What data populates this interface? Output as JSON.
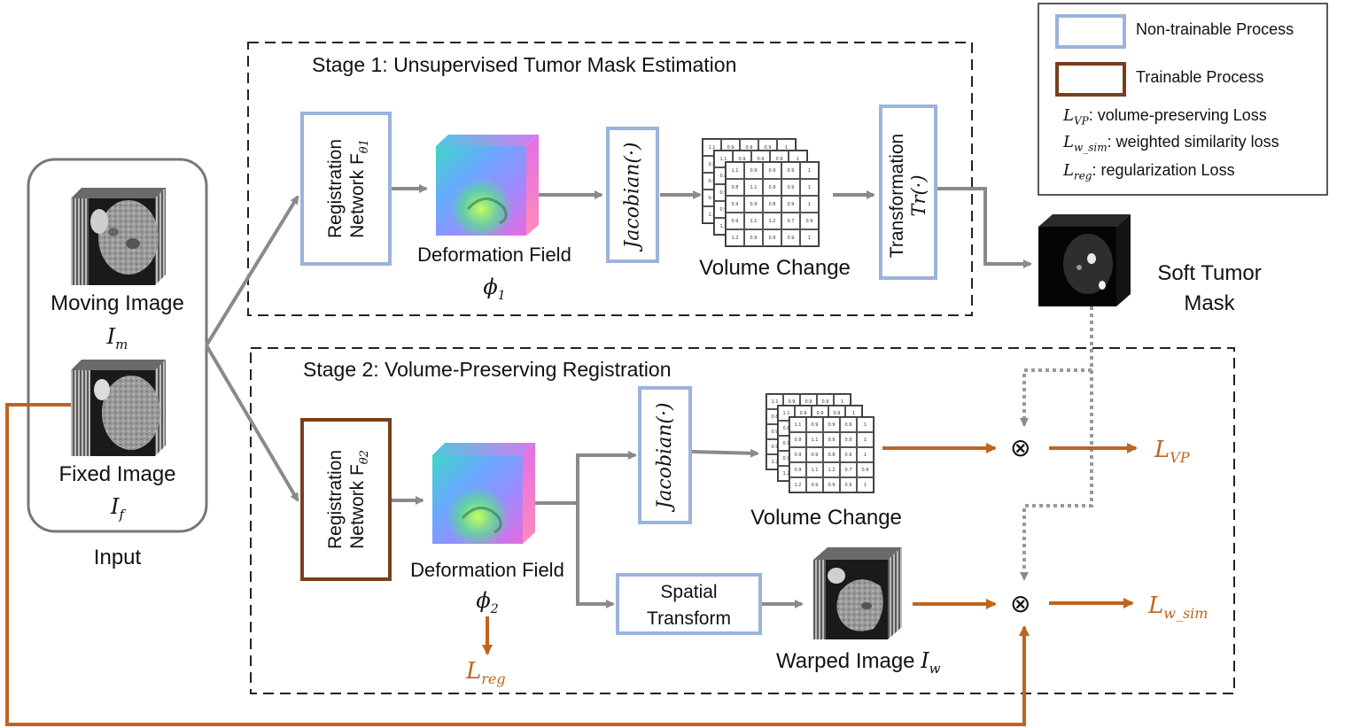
{
  "legend": {
    "non_trainable": "Non-trainable Process",
    "trainable": "Trainable Process",
    "lvp_sym": "L",
    "lvp_sub": "VP",
    "lvp_desc": ": volume-preserving Loss",
    "lwsim_sym": "L",
    "lwsim_sub": "w_sim",
    "lwsim_desc": ": weighted similarity loss",
    "lreg_sym": "L",
    "lreg_sub": "reg",
    "lreg_desc": ": regularization Loss"
  },
  "input": {
    "moving_label": "Moving Image",
    "moving_sym": "I",
    "moving_sub": "m",
    "fixed_label": "Fixed Image",
    "fixed_sym": "I",
    "fixed_sub": "f",
    "caption": "Input"
  },
  "stage1": {
    "title": "Stage 1: Unsupervised Tumor Mask Estimation",
    "reg_line1": "Registration",
    "reg_line2": "Network F",
    "reg_sub": "θ1",
    "deform_label": "Deformation Field",
    "deform_sym": "ϕ",
    "deform_sub": "1",
    "jacobian": "Jacobian(·)",
    "volume_change": "Volume Change",
    "transform_line1": "Transformation",
    "transform_line2": "Tr(·)",
    "mask_line1": "Soft Tumor",
    "mask_line2": "Mask"
  },
  "stage2": {
    "title": "Stage 2: Volume-Preserving Registration",
    "reg_line1": "Registration",
    "reg_line2": "Network F",
    "reg_sub": "θ2",
    "deform_label": "Deformation Field",
    "deform_sym": "ϕ",
    "deform_sub": "2",
    "jacobian": "Jacobian(·)",
    "volume_change": "Volume Change",
    "spatial_line1": "Spatial",
    "spatial_line2": "Transform",
    "warped_label": "Warped Image",
    "warped_sym": "I",
    "warped_sub": "w",
    "otimes": "⊗",
    "lvp_sym": "L",
    "lvp_sub": "VP",
    "lwsim_sym": "L",
    "lwsim_sub": "w_sim",
    "lreg_sym": "L",
    "lreg_sub": "reg"
  },
  "colors": {
    "non_trainable": "#9bb3dd",
    "trainable": "#7a3e1c",
    "loss": "#c0641e",
    "flow_arrow": "#8a8a8a"
  },
  "grid_values": {
    "row1": [
      "1.1",
      "0.9",
      "0.9",
      "0.9",
      "1"
    ],
    "row2": [
      "0.8",
      "1.1",
      "0.9",
      "0.9",
      "1"
    ],
    "row3": [
      "0.9",
      "0.9",
      "0.8",
      "0.9",
      "1"
    ],
    "row4": [
      "0.9",
      "1.1",
      "1.2",
      "0.7",
      "0.9"
    ],
    "row5": [
      "1.2",
      "0.9",
      "0.9",
      "0.9",
      "1"
    ]
  }
}
